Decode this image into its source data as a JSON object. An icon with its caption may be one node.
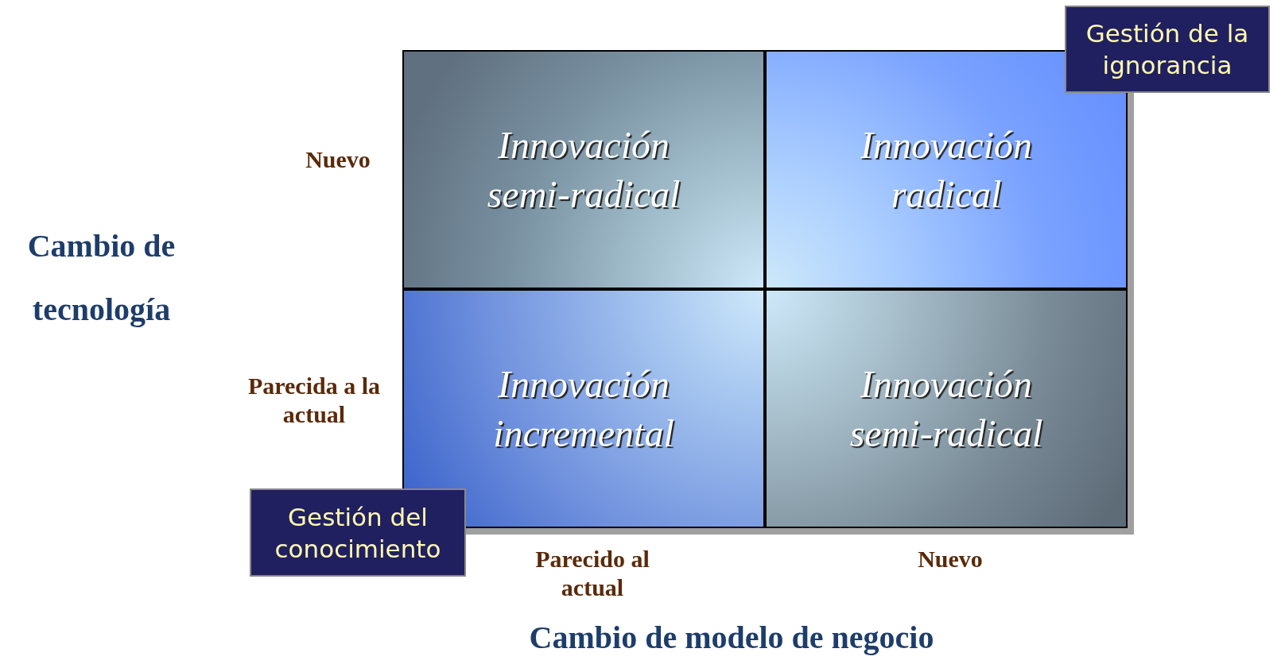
{
  "diagram": {
    "nodes": [
      {
        "text": [
          "Innovación semi-radical"
        ]
      },
      {
        "text": [
          "Innovación radical"
        ]
      },
      {
        "text": [
          "Innovación incremental"
        ]
      },
      {
        "text": [
          "Innovación semi-radical"
        ]
      },
      {
        "text": [
          "Gestión de la ignorancia"
        ]
      },
      {
        "text": [
          "Gestión del conocimiento"
        ]
      }
    ],
    "labels": [
      "Cambio de tecnología",
      "Nuevo",
      "Parecida a la actual",
      "Parecido al actual",
      "Nuevo",
      "Cambio de modelo de negocio"
    ]
  }
}
